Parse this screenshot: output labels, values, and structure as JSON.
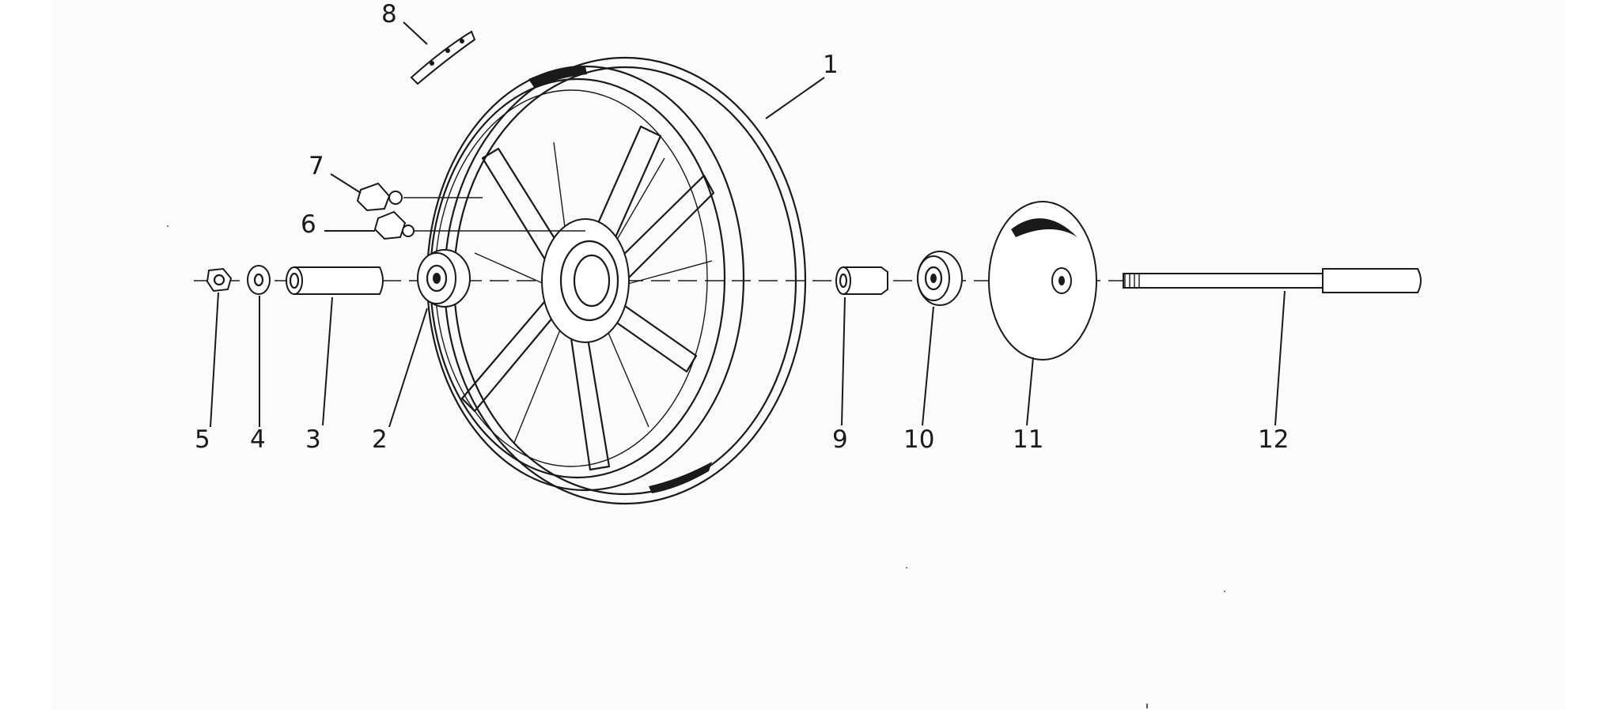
{
  "diagram": {
    "callouts": [
      {
        "id": "p1",
        "label": "1"
      },
      {
        "id": "p2",
        "label": "2"
      },
      {
        "id": "p3",
        "label": "3"
      },
      {
        "id": "p4",
        "label": "4"
      },
      {
        "id": "p5",
        "label": "5"
      },
      {
        "id": "p6",
        "label": "6"
      },
      {
        "id": "p7",
        "label": "7"
      },
      {
        "id": "p8",
        "label": "8"
      },
      {
        "id": "p9",
        "label": "9"
      },
      {
        "id": "p10",
        "label": "10"
      },
      {
        "id": "p11",
        "label": "11"
      },
      {
        "id": "p12",
        "label": "12"
      }
    ]
  },
  "colors": {
    "ink": "#1a1a1a",
    "paper": "#fbfbfb",
    "margin": "#ffffff"
  }
}
